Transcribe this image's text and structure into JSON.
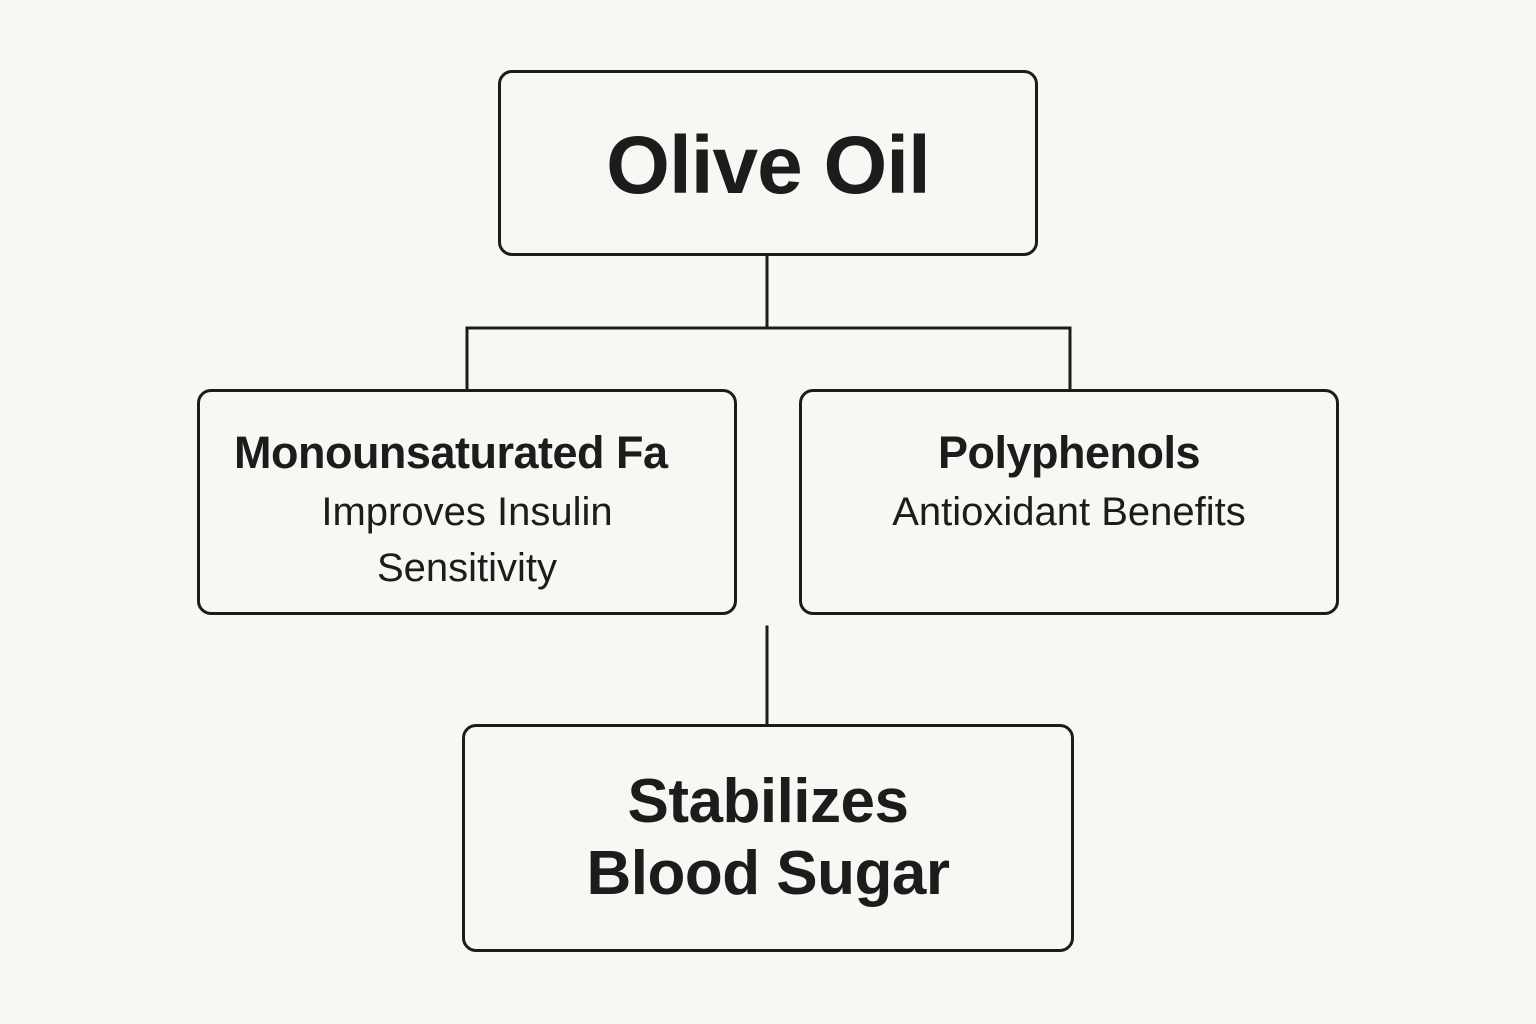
{
  "diagram": {
    "root": {
      "label": "Olive Oil"
    },
    "children": [
      {
        "heading": "Monounsaturated Fa",
        "description": "Improves Insulin Sensitivity"
      },
      {
        "heading": "Polyphenols",
        "description": "Antioxidant Benefits"
      }
    ],
    "outcome": {
      "label": "Stabilizes Blood Sugar"
    },
    "colors": {
      "background": "#f8f7f3",
      "stroke": "#1c1c1c",
      "text": "#1c1c1c"
    }
  }
}
